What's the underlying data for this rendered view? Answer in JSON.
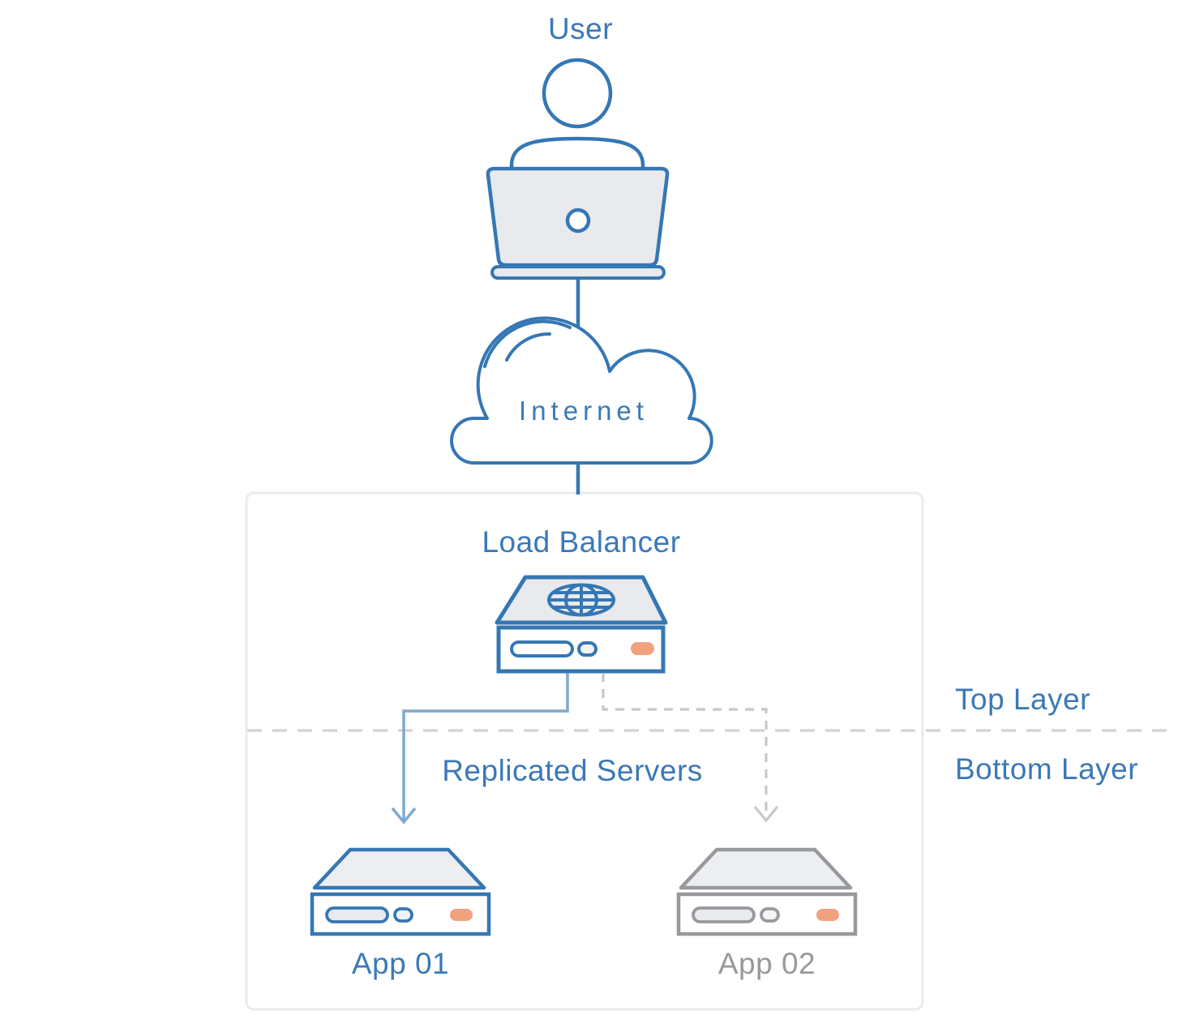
{
  "diagram": {
    "nodes": {
      "user": {
        "label": "User"
      },
      "internet": {
        "label": "Internet"
      },
      "load_balancer": {
        "label": "Load Balancer"
      },
      "app01": {
        "label": "App 01",
        "status": "active"
      },
      "app02": {
        "label": "App 02",
        "status": "inactive"
      }
    },
    "annotations": {
      "top_layer": "Top Layer",
      "bottom_layer": "Bottom Layer",
      "replicated_servers": "Replicated Servers"
    },
    "colors": {
      "primary_blue": "#3577b4",
      "text_blue": "#3b79b7",
      "arrow_light_blue": "#7fa9cd",
      "inactive_gray": "#97999c",
      "dashed_arrow_gray": "#c6c8ca",
      "divider_gray": "#d3d3d3",
      "panel_fill": "#e8eaed",
      "accent_orange": "#f0a17e",
      "box_border": "#ebebeb"
    }
  }
}
